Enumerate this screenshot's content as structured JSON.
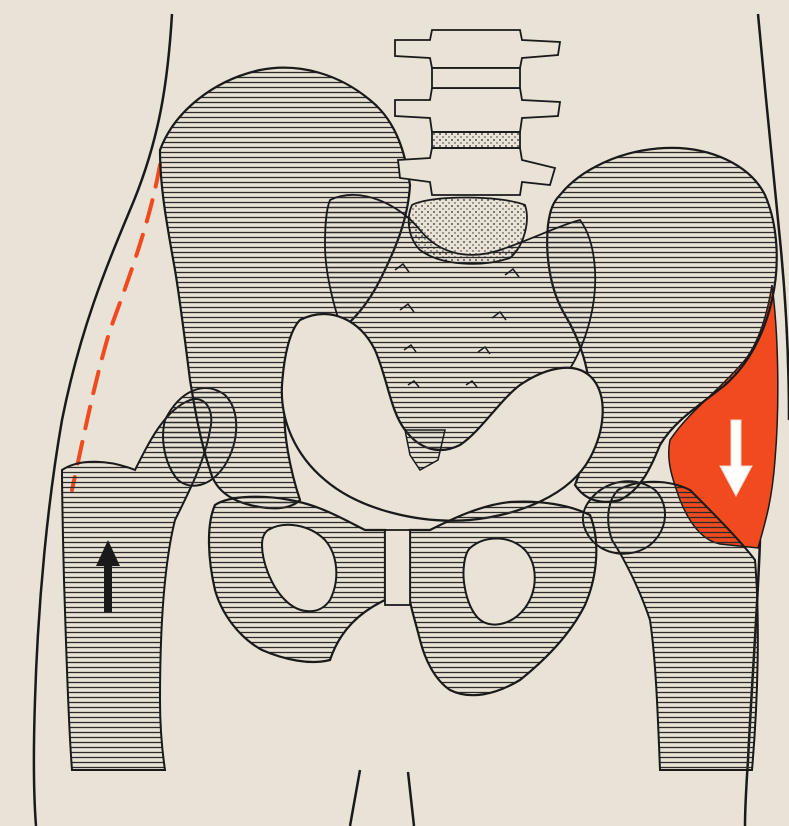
{
  "colors": {
    "paper": "#e9e2d6",
    "ink": "#1a1a1a",
    "hatch": "#2a2a2a",
    "highlight": "#f04a1e",
    "arrow_dark": "#1a1a1a",
    "arrow_light": "#ffffff"
  },
  "figure": {
    "subject": "pelvis-and-hip-joints-anterior-view",
    "arrows": [
      {
        "name": "right-femur-up-arrow",
        "direction": "up",
        "color": "dark"
      },
      {
        "name": "left-hip-down-arrow",
        "direction": "down",
        "color": "light"
      }
    ]
  }
}
